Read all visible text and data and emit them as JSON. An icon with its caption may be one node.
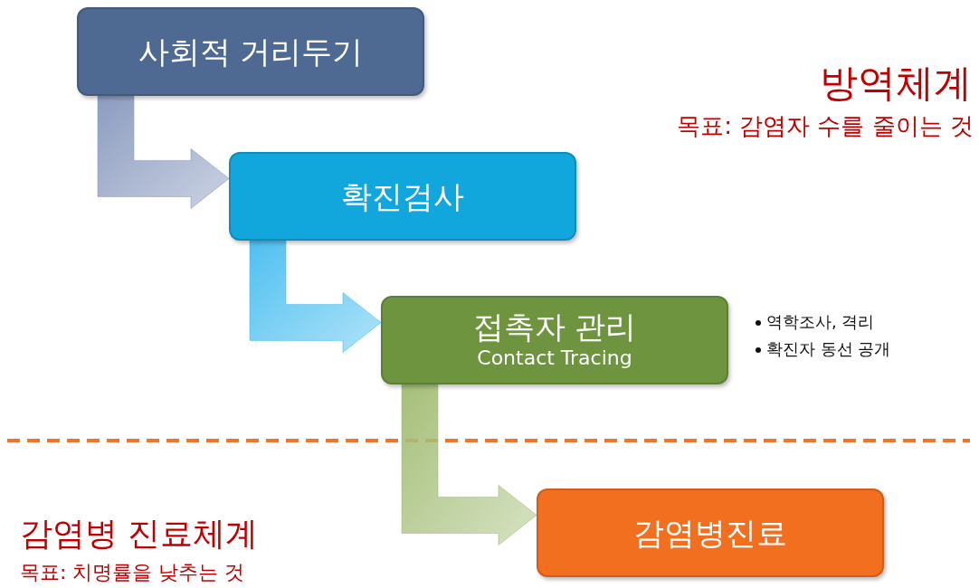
{
  "diagram": {
    "nodes": [
      {
        "text": [
          "사회적 거리두기"
        ]
      },
      {
        "text": [
          "확진검사"
        ]
      },
      {
        "text": [
          "접촉자 관리",
          "Contact Tracing"
        ],
        "beside": [
          "역학조사, 격리",
          "확진자 동선 공개"
        ]
      },
      {
        "text": [
          "감염병진료"
        ]
      }
    ],
    "edges": [
      {
        "from": 0,
        "to": 1,
        "arrow": "to",
        "style": "thick",
        "color": "#8c9cc0"
      },
      {
        "from": 1,
        "to": 2,
        "arrow": "to",
        "style": "thick",
        "color": "#4fc0f0"
      },
      {
        "from": 2,
        "to": 3,
        "arrow": "to",
        "style": "thick",
        "color": "#a6bf7a"
      }
    ],
    "labels": [
      "방역체계",
      "목표: 감염자 수를 줄이는 것",
      "감염병 진료체계",
      "목표: 치명률을 낮추는 것"
    ]
  }
}
